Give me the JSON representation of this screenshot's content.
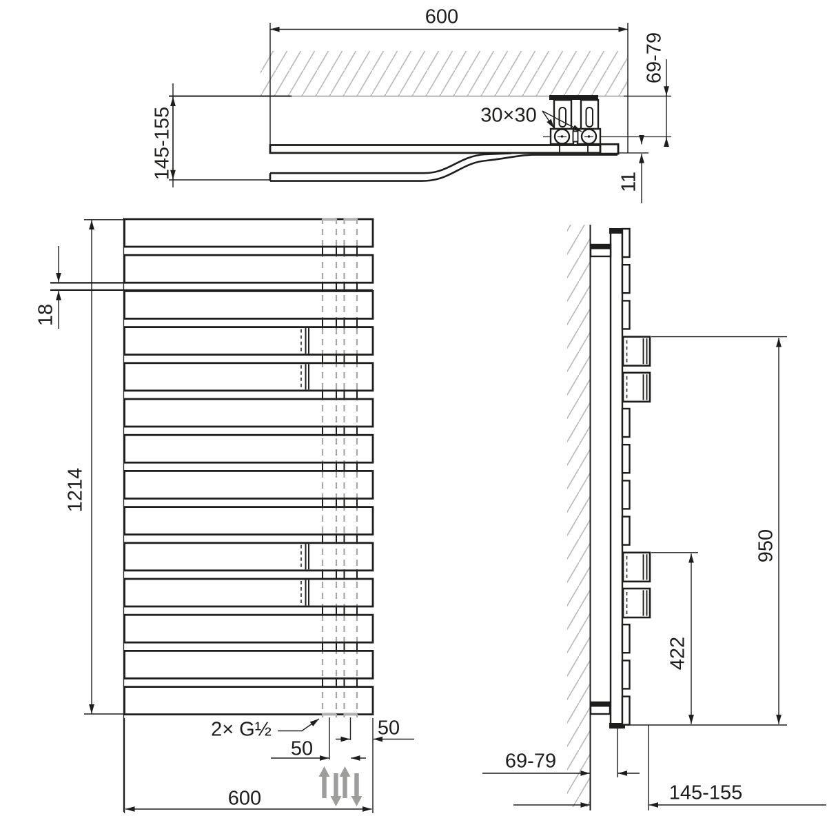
{
  "drawing_type": "towel-radiator technical dimension drawing",
  "top_view": {
    "width": "600",
    "wall_distance": "69-79",
    "depth": "145-155",
    "bracket_size": "30×30",
    "panel_thickness": "11"
  },
  "front_view": {
    "height": "1214",
    "hanging_slot": "18",
    "connection_label": "2× G½",
    "pipe_spacing": "50",
    "pipe_edge_offset": "50",
    "width": "600"
  },
  "side_view": {
    "upper_rail_height": "950",
    "lower_rail_height": "422",
    "wall_distance": "69-79",
    "depth": "145-155"
  },
  "colors": {
    "line": "#1d1d1b",
    "hidden_line": "#a6a6a6",
    "hatch": "#b8b8b8",
    "flow_arrow": "#9d9d9c",
    "background": "#ffffff"
  }
}
